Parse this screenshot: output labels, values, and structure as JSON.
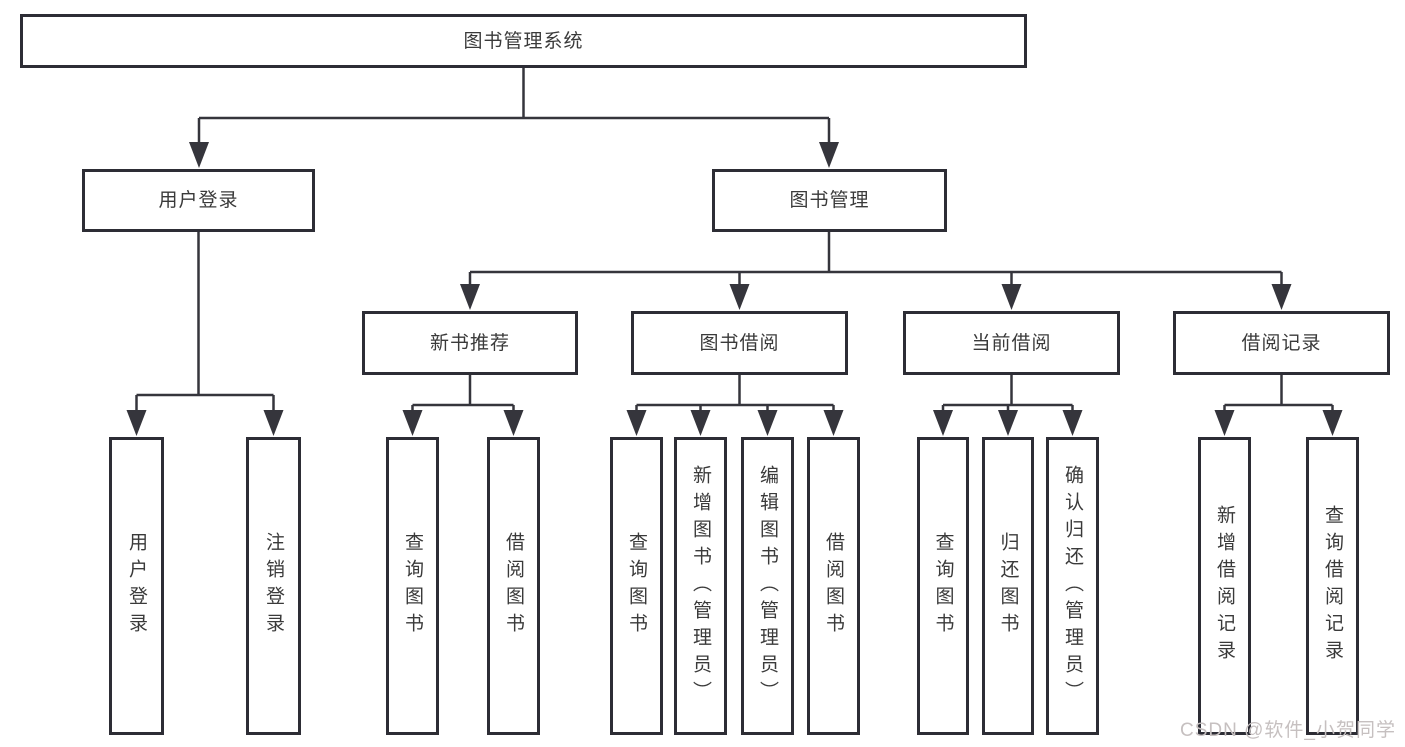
{
  "diagram": {
    "watermark": "CSDN @软件_小贺同学",
    "colors": {
      "line": "#35353c",
      "box_border": "#2d2d35",
      "text": "#3a3a3a",
      "background": "#ffffff",
      "watermark": "#c6c0c0"
    },
    "tree": {
      "label": "图书管理系统",
      "children": [
        {
          "label": "用户登录",
          "children": [
            {
              "label": "用户登录"
            },
            {
              "label": "注销登录"
            }
          ]
        },
        {
          "label": "图书管理",
          "children": [
            {
              "label": "新书推荐",
              "children": [
                {
                  "label": "查询图书"
                },
                {
                  "label": "借阅图书"
                }
              ]
            },
            {
              "label": "图书借阅",
              "children": [
                {
                  "label": "查询图书"
                },
                {
                  "label": "新增图书（管理员）"
                },
                {
                  "label": "编辑图书（管理员）"
                },
                {
                  "label": "借阅图书"
                }
              ]
            },
            {
              "label": "当前借阅",
              "children": [
                {
                  "label": "查询图书"
                },
                {
                  "label": "归还图书"
                },
                {
                  "label": "确认归还（管理员）"
                }
              ]
            },
            {
              "label": "借阅记录",
              "children": [
                {
                  "label": "新增借阅记录"
                },
                {
                  "label": "查询借阅记录"
                }
              ]
            }
          ]
        }
      ]
    }
  }
}
